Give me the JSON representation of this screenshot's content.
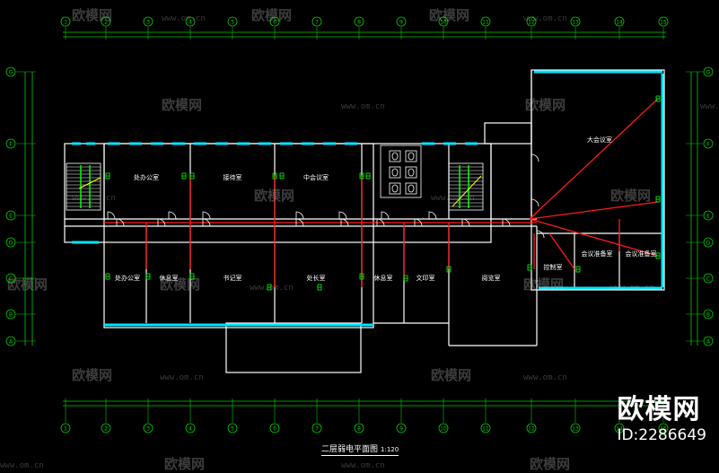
{
  "plan_title": "二层弱电平面图",
  "plan_scale": "1:120",
  "watermark": {
    "brand": "欧模网",
    "url": "www.om.cn",
    "id": "ID:2286649"
  },
  "column_grid": [
    "1",
    "2",
    "3",
    "4",
    "5",
    "6",
    "7",
    "8",
    "9",
    "10",
    "11",
    "12",
    "13",
    "14",
    "15"
  ],
  "row_grid": [
    "G",
    "F",
    "E",
    "D",
    "C",
    "B",
    "A"
  ],
  "rooms": {
    "large_meeting": "大会议室",
    "office_1": "处办公室",
    "reception": "接待室",
    "middle_meeting": "中会议室",
    "office_2": "处办公室",
    "rest_1": "休息室",
    "secretary": "书记室",
    "director": "处长室",
    "rest_2": "休息室",
    "archive": "文印室",
    "reading": "阅览室",
    "control": "控制室",
    "meeting_1": "会议准备室",
    "meeting_2": "会议准备室"
  },
  "colors": {
    "background": "#000000",
    "wall": "#ffffff",
    "dim": "#00cc00",
    "window": "#00e5ff",
    "cable": "#ff1a1a",
    "outlet": "#00ff00"
  }
}
